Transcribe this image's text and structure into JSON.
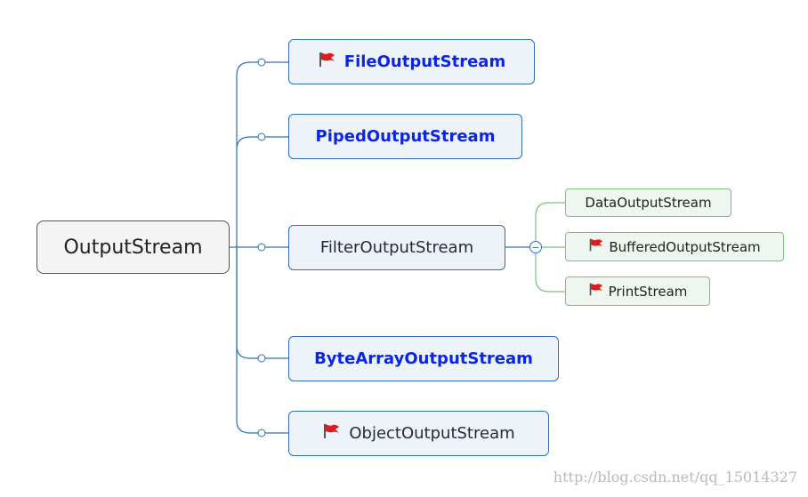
{
  "root": {
    "label": "OutputStream"
  },
  "children": [
    {
      "label": "FileOutputStream",
      "flag": true,
      "bold": true
    },
    {
      "label": "PipedOutputStream",
      "flag": false,
      "bold": true
    },
    {
      "label": "FilterOutputStream",
      "flag": false,
      "bold": false
    },
    {
      "label": "ByteArrayOutputStream",
      "flag": false,
      "bold": true
    },
    {
      "label": "ObjectOutputStream",
      "flag": true,
      "bold": false
    }
  ],
  "filter_children": [
    {
      "label": "DataOutputStream",
      "flag": false
    },
    {
      "label": "BufferedOutputStream",
      "flag": true
    },
    {
      "label": "PrintStream",
      "flag": true
    }
  ],
  "collapse_symbol": "−",
  "watermark": "http://blog.csdn.net/qq_15014327",
  "colors": {
    "branch": "#2f6fb3",
    "leaf_branch": "#7ac07e",
    "flag": "#e01b1b",
    "bold_text": "#0a24e8"
  }
}
